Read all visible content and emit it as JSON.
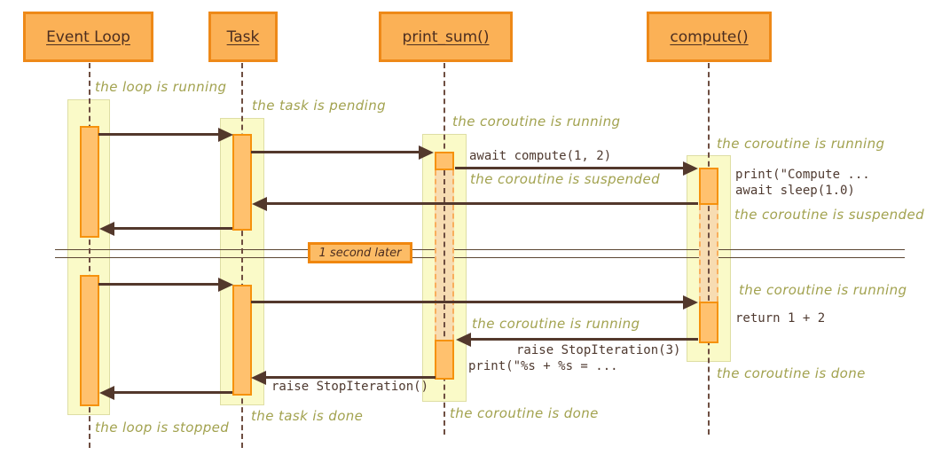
{
  "participants": [
    {
      "label": "Event Loop"
    },
    {
      "label": "Task"
    },
    {
      "label": "print_sum()"
    },
    {
      "label": "compute()"
    }
  ],
  "divider": {
    "label": "1 second later"
  },
  "notes": {
    "loop_running": "the loop is running",
    "task_pending": "the task is pending",
    "ps_running_1": "the coroutine is running",
    "c_running_1": "the coroutine is running",
    "ps_suspended": "the coroutine is suspended",
    "c_suspended": "the coroutine is suspended",
    "c_running_2": "the coroutine is running",
    "ps_running_2": "the coroutine is running",
    "c_done": "the coroutine is done",
    "ps_done": "the coroutine is done",
    "task_done": "the task is done",
    "loop_stopped": "the loop is stopped"
  },
  "code_labels": {
    "await_compute": "await compute(1, 2)",
    "print_compute": "print(\"Compute ...",
    "await_sleep": "await sleep(1.0)",
    "return_sum": "return 1 + 2",
    "raise_stop3": "raise StopIteration(3)",
    "print_result": "print(\"%s + %s = ...",
    "raise_stop": "raise StopIteration()"
  },
  "colors": {
    "participant_fill": "#FBB156",
    "participant_border": "#EE8918",
    "activation_fill": "#FFC16E",
    "activation_border": "#F6920D",
    "track_fill": "#FAFAC8",
    "suspended_fill": "#F7DCB2",
    "arrow": "#53382C",
    "note_text": "#A2A24F",
    "code_text": "#4F3A30",
    "header_text": "#4B2D20"
  }
}
